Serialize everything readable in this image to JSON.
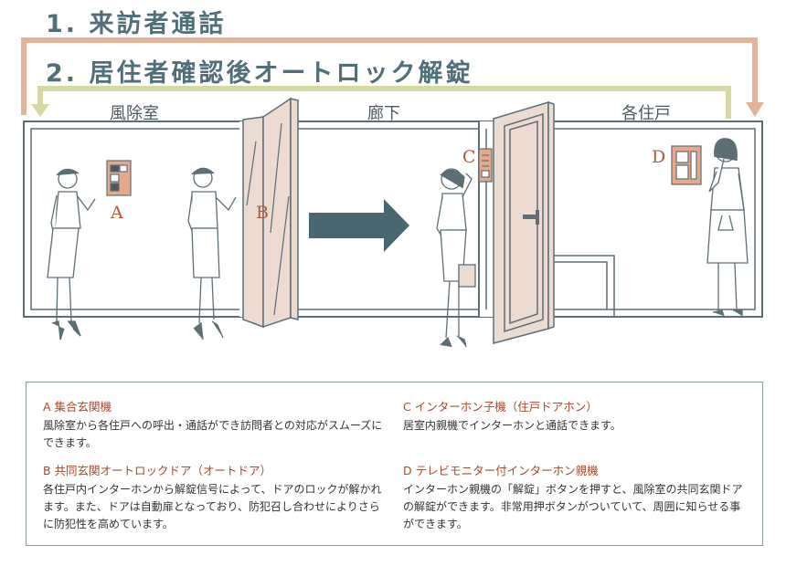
{
  "steps": {
    "step1": "1. 来訪者通話",
    "step2": "2. 居住者確認後オートロック解錠"
  },
  "rooms": {
    "room1": "風除室",
    "room2": "廊下",
    "room3": "各住戸"
  },
  "markers": {
    "a": "A",
    "b": "B",
    "c": "C",
    "d": "D"
  },
  "legend": {
    "a_title": "A 集合玄関機",
    "a_text": "風除室から各住戸への呼出・通話ができ訪問者との対応がスムーズにできます。",
    "b_title": "B 共同玄関オートロックドア（オートドア）",
    "b_text": "各住戸内インターホンから解錠信号によって、ドアのロックが解かれます。また、ドアは自動扉となっており、防犯召し合わせによりさらに防犯性を高めています。",
    "c_title": "C インターホン子機（住戸ドアホン）",
    "c_text": "居室内親機でインターホンと通話できます。",
    "d_title": "D テレビモニター付インターホン親機",
    "d_text": "インターホン親機の「解錠」ボタンを押すと、風除室の共同玄関ドアの解錠ができます。非常用押ボタンがついていて、周囲に知らせる事ができます。"
  },
  "colors": {
    "step_text": "#4f6f7a",
    "arrow1": "#e4b398",
    "arrow2": "#d6d9a4",
    "door_fill": "#ecdbd0",
    "device_fill": "#e7a98a",
    "room_outline": "#5c6f76",
    "big_arrow": "#496671",
    "marker_text": "#b05a3a"
  }
}
